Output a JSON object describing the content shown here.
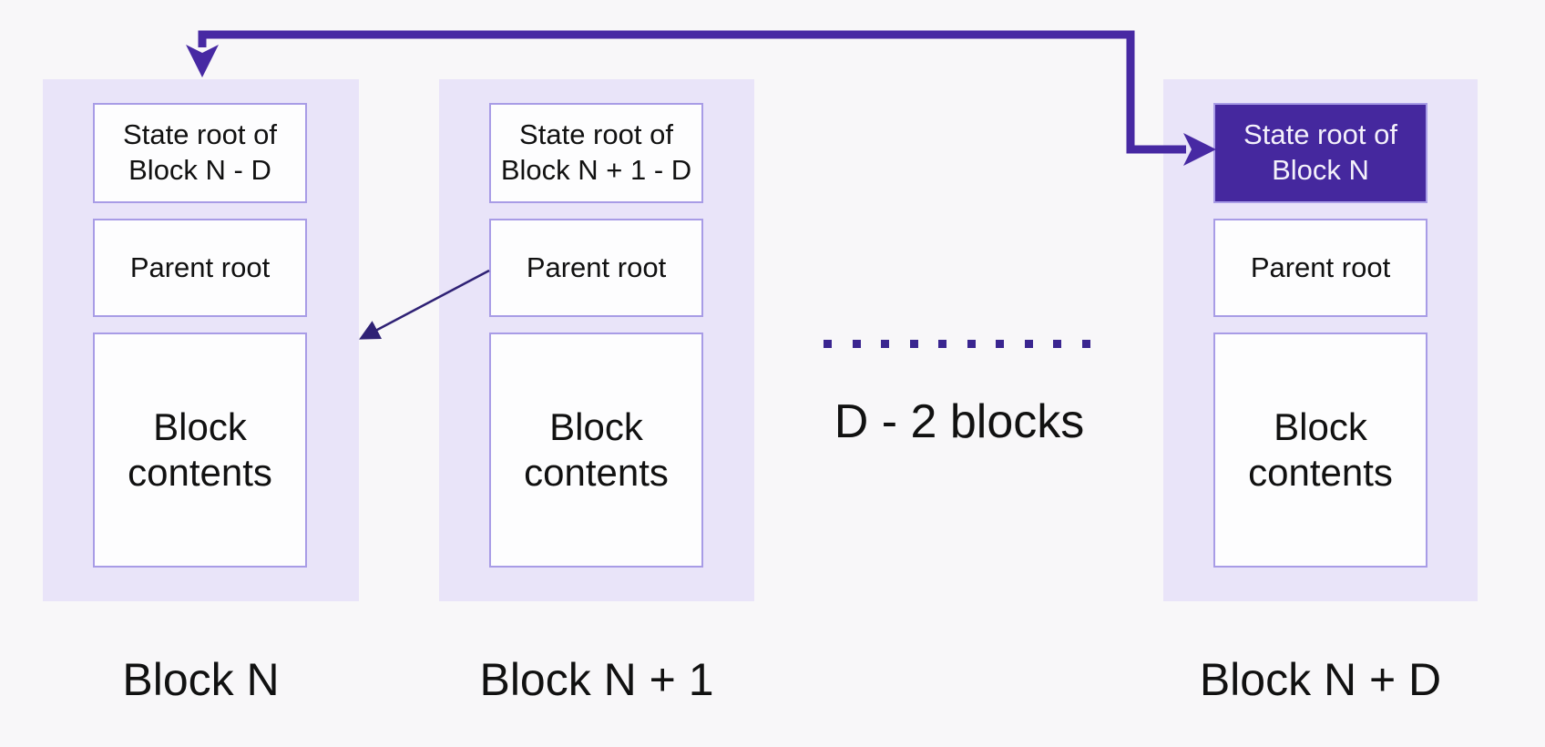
{
  "colors": {
    "background": "#f8f7f9",
    "container_fill": "#e9e4f9",
    "box_fill": "#fdfdfe",
    "box_border": "#a89ce6",
    "highlight_fill": "#45289e",
    "highlight_text": "#f4f1fb",
    "text": "#111111",
    "arrow_thick": "#4729a3",
    "arrow_thin": "#2f2175",
    "dots": "#3a2590"
  },
  "blocks": [
    {
      "label": "Block N",
      "state_root_line1": "State root of",
      "state_root_line2": "Block N - D",
      "parent_root": "Parent root",
      "contents_line1": "Block",
      "contents_line2": "contents",
      "highlighted": false
    },
    {
      "label": "Block N + 1",
      "state_root_line1": "State root of",
      "state_root_line2": "Block N + 1 - D",
      "parent_root": "Parent root",
      "contents_line1": "Block",
      "contents_line2": "contents",
      "highlighted": false
    },
    {
      "label": "Block N + D",
      "state_root_line1": "State root of",
      "state_root_line2": "Block N",
      "parent_root": "Parent root",
      "contents_line1": "Block",
      "contents_line2": "contents",
      "highlighted": true
    }
  ],
  "gap": {
    "label": "D - 2 blocks",
    "dot_count": 10
  }
}
